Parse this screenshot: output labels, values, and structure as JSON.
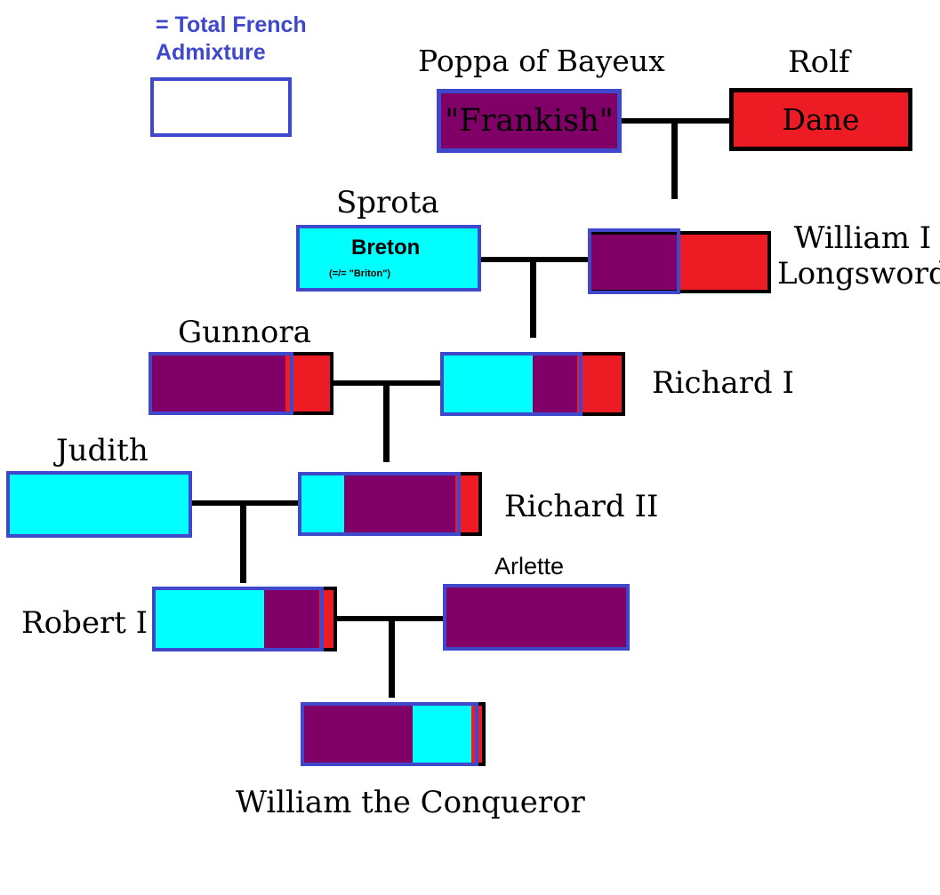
{
  "legend": {
    "label_line1": "= Total French",
    "label_line2": "Admixture"
  },
  "colors": {
    "frankish": "#800068",
    "dane": "#ed1c24",
    "breton": "#00ffff",
    "french_outline": "#3f48cc"
  },
  "people": {
    "poppa": {
      "name": "Poppa of Bayeux",
      "label": "\"Frankish\""
    },
    "rolf": {
      "name": "Rolf",
      "label": "Dane"
    },
    "sprota": {
      "name": "Sprota",
      "label": "Breton",
      "note": "(=/= \"Briton\")"
    },
    "william_longsword": {
      "name_line1": "William I",
      "name_line2": "Longsword"
    },
    "gunnora": {
      "name": "Gunnora"
    },
    "richard_i": {
      "name": "Richard I"
    },
    "judith": {
      "name": "Judith"
    },
    "richard_ii": {
      "name": "Richard II"
    },
    "robert_i": {
      "name": "Robert I"
    },
    "arlette": {
      "name": "Arlette"
    },
    "william_conqueror": {
      "name": "William the Conqueror"
    }
  }
}
